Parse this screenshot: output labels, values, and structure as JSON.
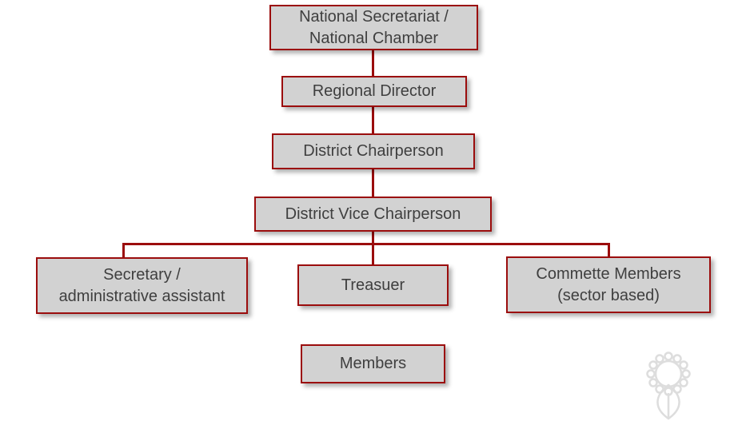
{
  "diagram": {
    "type": "org-chart",
    "nodes": {
      "national": {
        "line1": "National Secretariat /",
        "line2": "National Chamber"
      },
      "regional": {
        "line1": "Regional Director"
      },
      "district_chair": {
        "line1": "District Chairperson"
      },
      "district_vice": {
        "line1": "District Vice Chairperson"
      },
      "secretary": {
        "line1": "Secretary /",
        "line2": "administrative assistant"
      },
      "treasurer": {
        "line1": "Treasuer"
      },
      "committee": {
        "line1": "Commette Members",
        "line2": "(sector based)"
      },
      "members": {
        "line1": "Members"
      }
    },
    "colors": {
      "box_fill": "#d2d2d2",
      "box_border": "#9b0d0d",
      "connector": "#9b0d0d",
      "text": "#3f3f3f",
      "watermark": "#dadada"
    },
    "icons": {
      "watermark": "flower-gear-logo"
    }
  }
}
